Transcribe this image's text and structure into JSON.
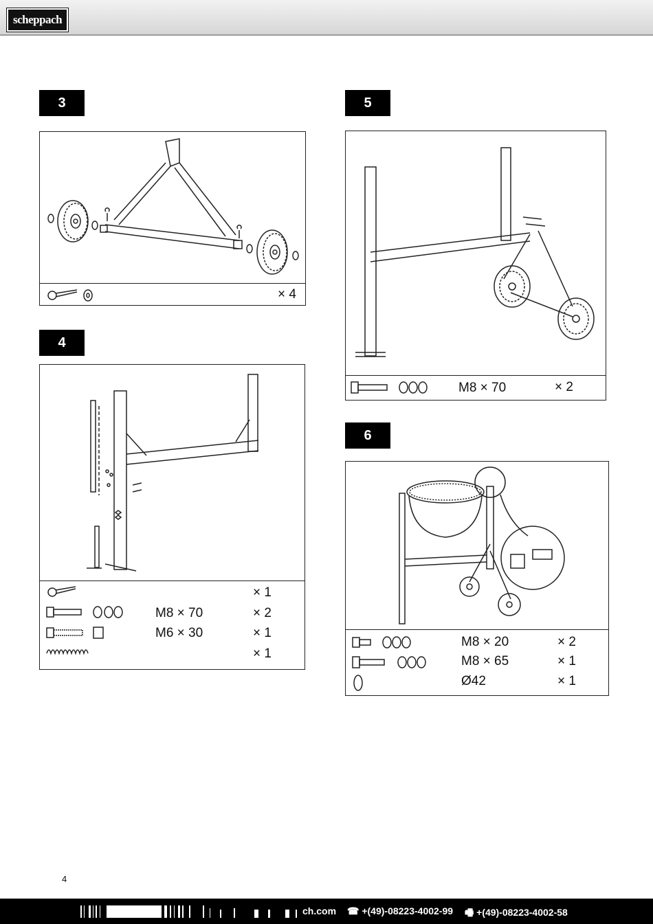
{
  "header": {
    "logo_text": "scheppach"
  },
  "steps": [
    {
      "number": "3",
      "parts": [
        {
          "qty": "× 4"
        }
      ]
    },
    {
      "number": "4",
      "parts": [
        {
          "spec": "",
          "qty": "× 1"
        },
        {
          "spec": "M8 × 70",
          "qty": "× 2"
        },
        {
          "spec": "M6 × 30",
          "qty": "× 1"
        },
        {
          "spec": "",
          "qty": "× 1"
        }
      ]
    },
    {
      "number": "5",
      "parts": [
        {
          "spec": "M8 × 70",
          "qty": "× 2"
        }
      ]
    },
    {
      "number": "6",
      "parts": [
        {
          "spec": "M8 × 20",
          "qty": "× 2"
        },
        {
          "spec": "M8 × 65",
          "qty": "× 1"
        },
        {
          "spec": "Ø42",
          "qty": "× 1"
        }
      ]
    }
  ],
  "page_number": "4",
  "footer": {
    "website_fragment": "ch.com",
    "phone": "☎ +(49)-08223-4002-99",
    "fax": "🖷 +(49)-08223-4002-58"
  }
}
